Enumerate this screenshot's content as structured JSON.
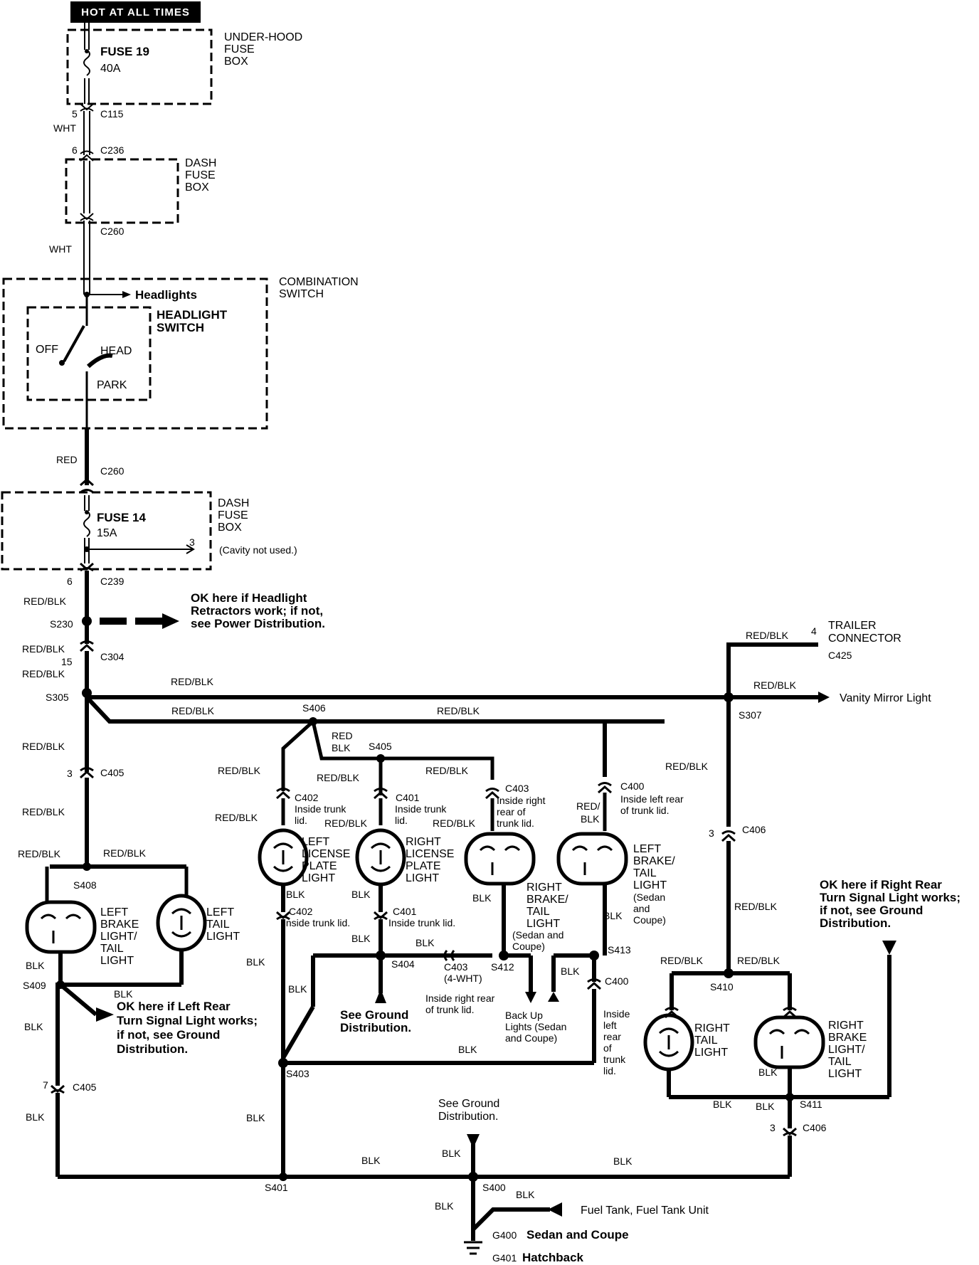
{
  "header": {
    "title": "HOT AT ALL TIMES"
  },
  "labels": {
    "under_hood_fuse_box": [
      "UNDER-HOOD",
      "FUSE",
      "BOX"
    ],
    "dash_fuse_box": [
      "DASH",
      "FUSE",
      "BOX"
    ],
    "combination_switch": [
      "COMBINATION",
      "SWITCH"
    ],
    "headlight_switch": [
      "HEADLIGHT",
      "SWITCH"
    ],
    "fuse19": [
      "FUSE 19",
      "40A"
    ],
    "fuse14": [
      "FUSE 14",
      "15A"
    ],
    "switch_positions": {
      "off": "OFF",
      "head": "HEAD",
      "park": "PARK"
    },
    "headlights": "Headlights",
    "cavity_not_used": "(Cavity not used.)",
    "ok_headlight_retractors": [
      "OK here if Headlight",
      "Retractors work; if not,",
      "see Power Distribution."
    ],
    "trailer_connector": [
      "TRAILER",
      "CONNECTOR"
    ],
    "vanity_mirror_light": "Vanity Mirror Light",
    "left_brake_tail_light": [
      "LEFT",
      "BRAKE",
      "LIGHT/",
      "TAIL",
      "LIGHT"
    ],
    "left_tail_light": [
      "LEFT",
      "TAIL",
      "LIGHT"
    ],
    "left_license_plate_light": [
      "LEFT",
      "LICENSE",
      "PLATE",
      "LIGHT"
    ],
    "right_license_plate_light": [
      "RIGHT",
      "LICENSE",
      "PLATE",
      "LIGHT"
    ],
    "right_brake_tail_light_sedan": [
      "RIGHT",
      "BRAKE/",
      "TAIL",
      "LIGHT",
      "(Sedan and",
      "Coupe)"
    ],
    "left_brake_tail_light_sedan": [
      "LEFT",
      "BRAKE/",
      "TAIL",
      "LIGHT",
      "(Sedan",
      "and",
      "Coupe)"
    ],
    "right_tail_light": [
      "RIGHT",
      "TAIL",
      "LIGHT"
    ],
    "right_brake_light_tail": [
      "RIGHT",
      "BRAKE",
      "LIGHT/",
      "TAIL",
      "LIGHT"
    ],
    "ok_left_rear_turn": [
      "OK here if Left Rear",
      "Turn Signal Light works;",
      "if not, see Ground",
      "Distribution."
    ],
    "ok_right_rear_turn": [
      "OK here if Right Rear",
      "Turn Signal Light works;",
      "if not, see Ground",
      "Distribution."
    ],
    "see_ground_distribution_1": [
      "See Ground",
      "Distribution."
    ],
    "see_ground_distribution_2": [
      "See Ground",
      "Distribution."
    ],
    "back_up_lights": [
      "Back Up",
      "Lights (Sedan",
      "and Coupe)"
    ],
    "fuel_tank": "Fuel Tank, Fuel Tank Unit",
    "g400": "Sedan and Coupe",
    "g401": "Hatchback",
    "inside_trunk_lid": [
      "Inside trunk",
      "lid."
    ],
    "inside_trunk_lid_short": "Inside trunk lid.",
    "inside_right_rear_trunk": [
      "Inside right",
      "rear of",
      "trunk lid."
    ],
    "inside_left_rear_trunk": [
      "Inside left rear",
      "of trunk lid."
    ],
    "inside_right_rear_trunk_c403": [
      "Inside right rear",
      "of trunk lid."
    ],
    "inside_left_rear_trunk_c400": [
      "Inside",
      "left",
      "rear",
      "of",
      "trunk",
      "lid."
    ]
  },
  "wires": {
    "wht": "WHT",
    "red": "RED",
    "red_blk": "RED/BLK",
    "blk": "BLK",
    "red_blk_split": [
      "RED",
      "BLK"
    ],
    "red_blk_split2": [
      "RED/",
      "BLK"
    ]
  },
  "connectors": {
    "c115": "C115",
    "c236": "C236",
    "c260": "C260",
    "c239": "C239",
    "c304": "C304",
    "c405": "C405",
    "c402": "C402",
    "c401": "C401",
    "c403": "C403",
    "c403_4wht": "(4-WHT)",
    "c400": "C400",
    "c406": "C406",
    "c425": "C425"
  },
  "splices": {
    "s230": "S230",
    "s305": "S305",
    "s406": "S406",
    "s405": "S405",
    "s307": "S307",
    "s408": "S408",
    "s409": "S409",
    "s404": "S404",
    "s412": "S412",
    "s413": "S413",
    "s403": "S403",
    "s410": "S410",
    "s411": "S411",
    "s401": "S401",
    "s400": "S400",
    "g400": "G400",
    "g401": "G401"
  },
  "pins": {
    "p5": "5",
    "p6": "6",
    "p3": "3",
    "p15": "15",
    "p4": "4",
    "p7": "7"
  }
}
